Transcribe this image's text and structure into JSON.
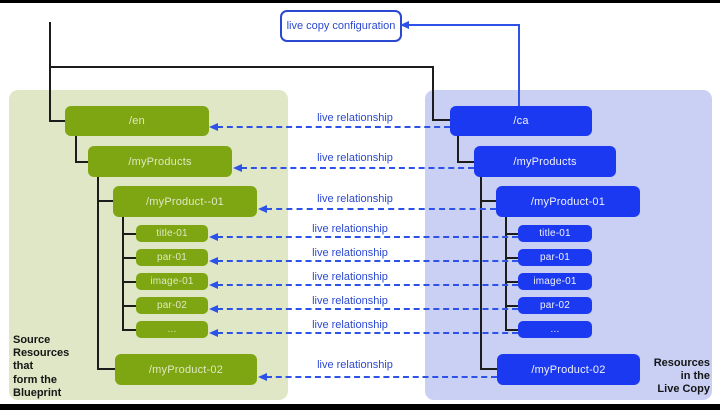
{
  "config_box": {
    "label": "live copy configuration"
  },
  "labels": {
    "live_relationship": "live relationship"
  },
  "captions": {
    "source_lines": [
      "Source",
      "Resources",
      "that",
      "form the",
      "Blueprint"
    ],
    "livecopy_lines": [
      "Resources",
      "in the",
      "Live Copy"
    ]
  },
  "source_tree": {
    "root": "/en",
    "level2": "/myProducts",
    "level3": "/myProduct--01",
    "children": [
      "title-01",
      "par-01",
      "image-01",
      "par-02",
      "..."
    ],
    "level3b": "/myProduct-02"
  },
  "livecopy_tree": {
    "root": "/ca",
    "level2": "/myProducts",
    "level3": "/myProduct-01",
    "children": [
      "title-01",
      "par-01",
      "image-01",
      "par-02",
      "..."
    ],
    "level3b": "/myProduct-02"
  },
  "colors": {
    "source_panel": "#e0e7c6",
    "livecopy_panel": "#c9d0f4",
    "source_box": "#7ea512",
    "livecopy_box": "#1b39f0",
    "relationship_blue": "#2d52e8",
    "label_blue": "#2b49d0"
  }
}
